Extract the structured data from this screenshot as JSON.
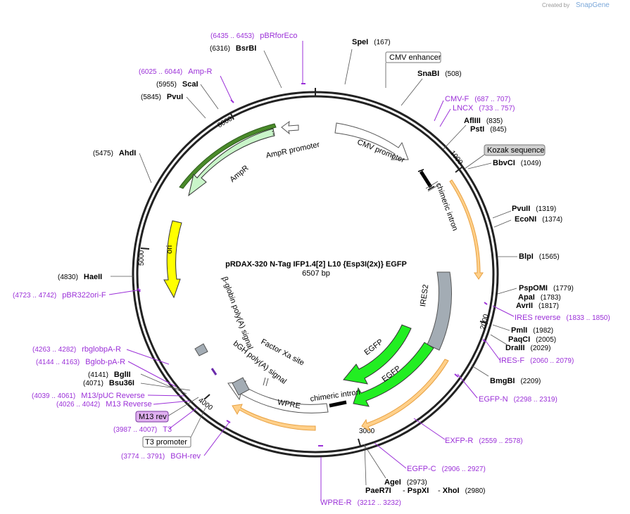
{
  "branding": {
    "created_by": "Created by",
    "app": "SnapGene"
  },
  "plasmid": {
    "name": "pRDAX-320     N-Tag IFP1.4[2] L10 {Esp3I(2x)} EGFP",
    "length_label": "6507 bp",
    "total_bp": 6507
  },
  "ticks": [
    "1000",
    "2000",
    "3000",
    "4000",
    "5000",
    "6000"
  ],
  "enzymes": [
    {
      "name": "SpeI",
      "pos": "(167)"
    },
    {
      "name": "SnaBI",
      "pos": "(508)"
    },
    {
      "name": "AflIII",
      "pos": "(835)"
    },
    {
      "name": "PstI",
      "pos": "(845)"
    },
    {
      "name": "BbvCI",
      "pos": "(1049)"
    },
    {
      "name": "PvuII",
      "pos": "(1319)"
    },
    {
      "name": "EcoNI",
      "pos": "(1374)"
    },
    {
      "name": "BlpI",
      "pos": "(1565)"
    },
    {
      "name": "PspOMI",
      "pos": "(1779)"
    },
    {
      "name": "ApaI",
      "pos": "(1783)"
    },
    {
      "name": "AvrII",
      "pos": "(1817)"
    },
    {
      "name": "PmlI",
      "pos": "(1982)"
    },
    {
      "name": "PaqCI",
      "pos": "(2005)"
    },
    {
      "name": "DraIII",
      "pos": "(2029)"
    },
    {
      "name": "BmgBI",
      "pos": "(2209)"
    },
    {
      "name": "AgeI",
      "pos": "(2973)"
    },
    {
      "name": "PaeR7I",
      "pos": ""
    },
    {
      "name": "PspXI",
      "pos": ""
    },
    {
      "name": "XhoI",
      "pos": "(2980)"
    },
    {
      "name": "Bsu36I",
      "pos": "(4071)"
    },
    {
      "name": "BglII",
      "pos": "(4141)"
    },
    {
      "name": "HaeII",
      "pos": "(4830)"
    },
    {
      "name": "AhdI",
      "pos": "(5475)"
    },
    {
      "name": "PvuI",
      "pos": "(5845)"
    },
    {
      "name": "ScaI",
      "pos": "(5955)"
    },
    {
      "name": "BsrBI",
      "pos": "(6316)"
    }
  ],
  "primers": [
    {
      "name": "pBRforEco",
      "pos": "(6435 .. 6453)"
    },
    {
      "name": "Amp-R",
      "pos": "(6025 .. 6044)"
    },
    {
      "name": "CMV-F",
      "pos": "(687 .. 707)"
    },
    {
      "name": "LNCX",
      "pos": "(733 .. 757)"
    },
    {
      "name": "IRES reverse",
      "pos": "(1833 .. 1850)"
    },
    {
      "name": "IRES-F",
      "pos": "(2060 .. 2079)"
    },
    {
      "name": "EGFP-N",
      "pos": "(2298 .. 2319)"
    },
    {
      "name": "EXFP-R",
      "pos": "(2559 .. 2578)"
    },
    {
      "name": "EGFP-C",
      "pos": "(2906 .. 2927)"
    },
    {
      "name": "WPRE-R",
      "pos": "(3212 .. 3232)"
    },
    {
      "name": "BGH-rev",
      "pos": "(3774 .. 3791)"
    },
    {
      "name": "T3",
      "pos": "(3987 .. 4007)"
    },
    {
      "name": "M13 Reverse",
      "pos": "(4026 .. 4042)"
    },
    {
      "name": "M13/pUC Reverse",
      "pos": "(4039 .. 4061)"
    },
    {
      "name": "Bglob-pA-R",
      "pos": "(4144 .. 4163)"
    },
    {
      "name": "rbglobpA-R",
      "pos": "(4263 .. 4282)"
    },
    {
      "name": "pBR322ori-F",
      "pos": "(4723 .. 4742)"
    }
  ],
  "boxed_features": [
    {
      "name": "CMV enhancer"
    },
    {
      "name": "Kozak sequence"
    },
    {
      "name": "M13 rev"
    },
    {
      "name": "T3 promoter"
    }
  ],
  "features": [
    {
      "name": "CMV promoter"
    },
    {
      "name": "chimeric intron"
    },
    {
      "name": "IRES2"
    },
    {
      "name": "EGFP"
    },
    {
      "name": "EGFP"
    },
    {
      "name": "chimeric intron"
    },
    {
      "name": "WPRE"
    },
    {
      "name": "bGH poly(A) signal"
    },
    {
      "name": "Factor Xa site"
    },
    {
      "name": "β-globin poly(A) signal"
    },
    {
      "name": "ori"
    },
    {
      "name": "AmpR"
    },
    {
      "name": "AmpR promoter"
    }
  ],
  "colors": {
    "backbone": "#222222",
    "primer": "#9b30d8",
    "ampr_fill": "#c9f5c9",
    "ampr_promoter_fill": "#ffffff",
    "ori_fill": "#ffff00",
    "egfp_fill": "#22ee22",
    "ires_fill": "#a0a8b0",
    "orf_fill": "#ffe0b0",
    "orf_stroke": "#e8a040"
  }
}
